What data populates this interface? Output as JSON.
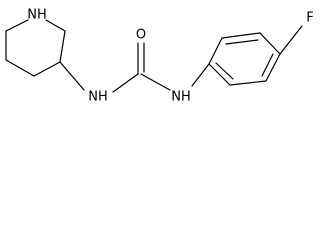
{
  "structure": {
    "atoms": [
      {
        "id": "NH_piperidine",
        "label": "NH"
      },
      {
        "id": "NH_left",
        "label": "NH"
      },
      {
        "id": "O",
        "label": "O"
      },
      {
        "id": "NH_right",
        "label": "NH"
      },
      {
        "id": "F",
        "label": "F"
      }
    ],
    "colors": {
      "bond": "#000000",
      "text": "#000000",
      "background": "#ffffff"
    }
  }
}
